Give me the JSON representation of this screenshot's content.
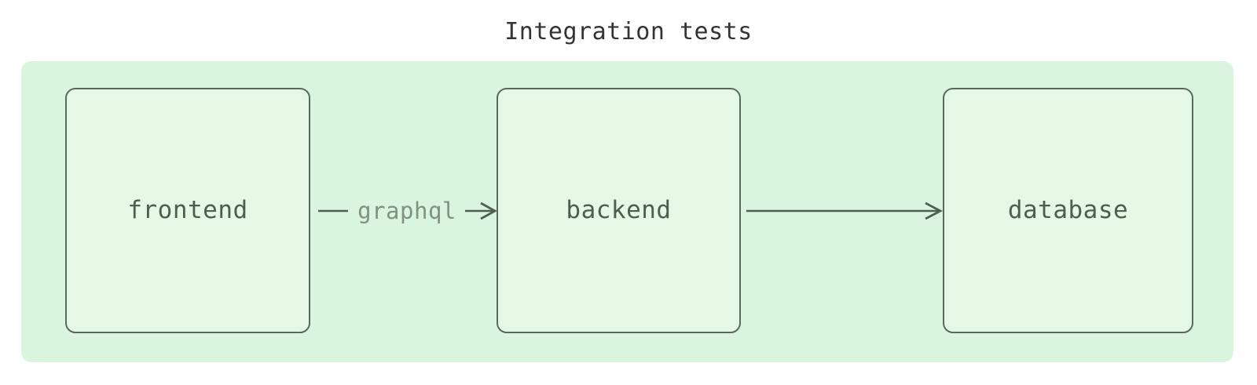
{
  "diagram": {
    "title": "Integration tests",
    "type": "flowchart",
    "direction": "left-to-right",
    "colors": {
      "canvas_background": "#ffffff",
      "cluster_background": "#daf5dd",
      "node_fill": "#e4f8e4",
      "node_stroke": "#5a6a5a",
      "node_text": "#4d5e4d",
      "edge_stroke": "#4f5f4f",
      "edge_label_text": "#7f927f",
      "title_text": "#333333"
    },
    "cluster": {
      "name": "integration-tests-cluster",
      "label": ""
    },
    "nodes": [
      {
        "id": "frontend",
        "label": "frontend"
      },
      {
        "id": "backend",
        "label": "backend"
      },
      {
        "id": "database",
        "label": "database"
      }
    ],
    "edges": [
      {
        "id": "frontend-to-backend",
        "from": "frontend",
        "to": "backend",
        "label": "graphql",
        "arrowhead": "open"
      },
      {
        "id": "backend-to-database",
        "from": "backend",
        "to": "database",
        "label": "",
        "arrowhead": "open"
      }
    ]
  }
}
